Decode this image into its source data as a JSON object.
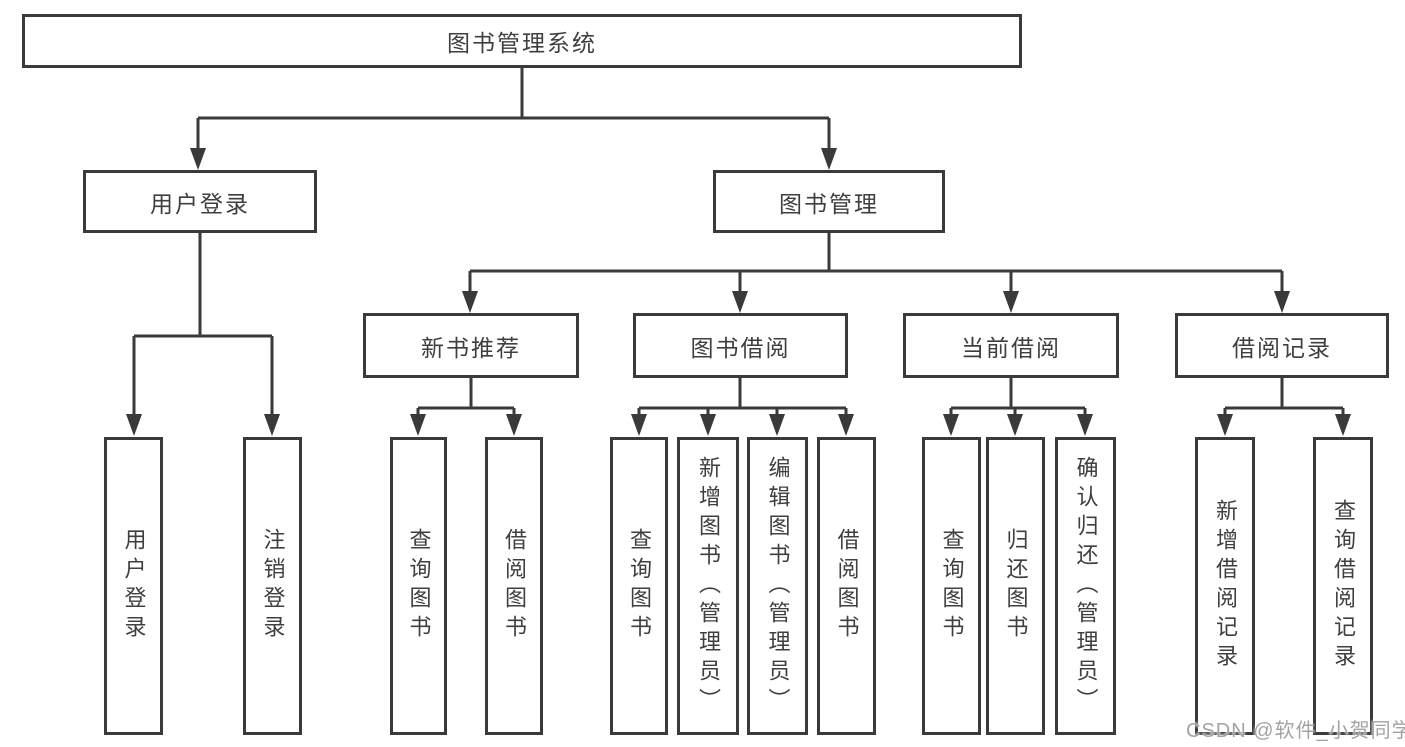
{
  "diagram": {
    "type": "tree",
    "root": {
      "label": "图书管理系统",
      "children": [
        {
          "label": "用户登录",
          "children": [
            {
              "label": "用户登录"
            },
            {
              "label": "注销登录"
            }
          ]
        },
        {
          "label": "图书管理",
          "children": [
            {
              "label": "新书推荐",
              "children": [
                {
                  "label": "查询图书"
                },
                {
                  "label": "借阅图书"
                }
              ]
            },
            {
              "label": "图书借阅",
              "children": [
                {
                  "label": "查询图书"
                },
                {
                  "label": "新增图书（管理员）"
                },
                {
                  "label": "编辑图书（管理员）"
                },
                {
                  "label": "借阅图书"
                }
              ]
            },
            {
              "label": "当前借阅",
              "children": [
                {
                  "label": "查询图书"
                },
                {
                  "label": "归还图书"
                },
                {
                  "label": "确认归还（管理员）"
                }
              ]
            },
            {
              "label": "借阅记录",
              "children": [
                {
                  "label": "新增借阅记录"
                },
                {
                  "label": "查询借阅记录"
                }
              ]
            }
          ]
        }
      ]
    }
  },
  "watermark": {
    "text": "CSDN @软件_小贺同学"
  },
  "colors": {
    "line": "#3a3a3a",
    "text": "#3f3f3f",
    "watermark": "#a3a3a3",
    "background": "#ffffff"
  }
}
